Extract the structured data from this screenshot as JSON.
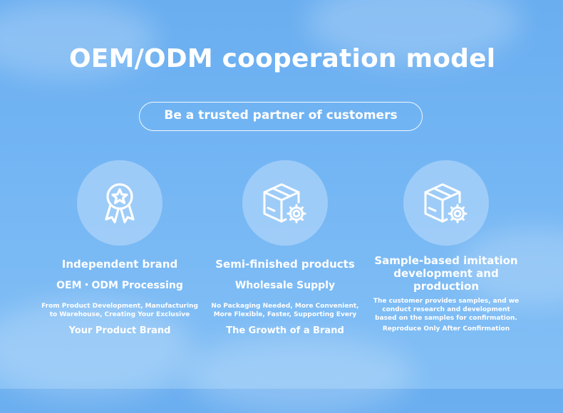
{
  "title": "OEM/ODM cooperation model",
  "subtitle": "Be a trusted partner of customers",
  "cards": [
    {
      "icon": "award-ribbon-icon",
      "title": "Independent brand",
      "line2": "OEM・ODM Processing",
      "desc1": "From Product Development, Manufacturing",
      "desc2": "to Warehouse, Creating Your Exclusive",
      "foot": "Your Product Brand"
    },
    {
      "icon": "box-gear-icon",
      "title": "Semi-finished products",
      "line2": "Wholesale Supply",
      "desc1": "No Packaging Needed, More Convenient,",
      "desc2": "More Flexible, Faster, Supporting Every",
      "foot": "The Growth of a Brand"
    },
    {
      "icon": "box-gear-icon",
      "title1": "Sample-based imitation",
      "title2": "development and",
      "title3": "production",
      "desc1": "The customer provides samples, and we",
      "desc2": "conduct research and development",
      "desc3": "based on the samples for confirmation.",
      "foot": "Reproduce Only After Confirmation"
    }
  ]
}
